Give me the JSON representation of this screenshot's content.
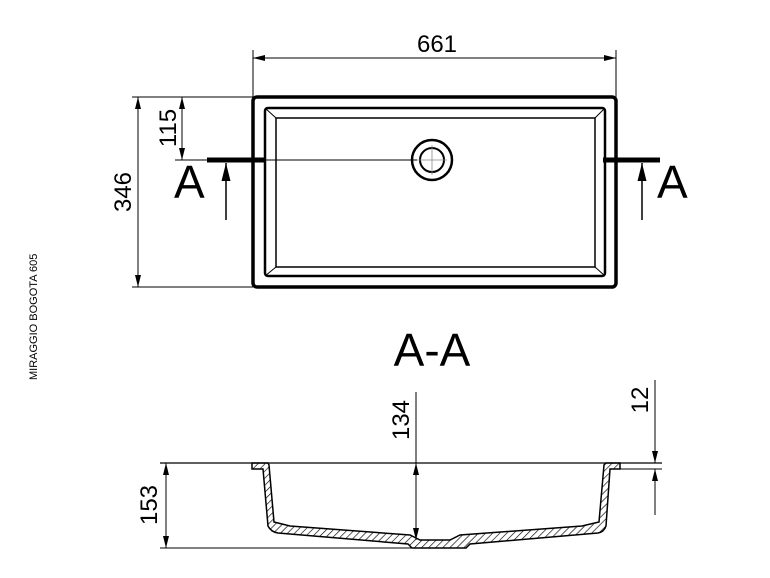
{
  "title": "MIRAGGIO BOGOTA 605",
  "plan_view": {
    "width_label": "661",
    "depth_label": "346",
    "drain_offset_label": "115",
    "section_marker_left": "A",
    "section_marker_right": "A"
  },
  "section_view": {
    "title": "A-A",
    "total_height_label": "153",
    "bowl_depth_label": "134",
    "rim_thickness_label": "12"
  },
  "colors": {
    "line": "#000000",
    "background": "#ffffff"
  }
}
